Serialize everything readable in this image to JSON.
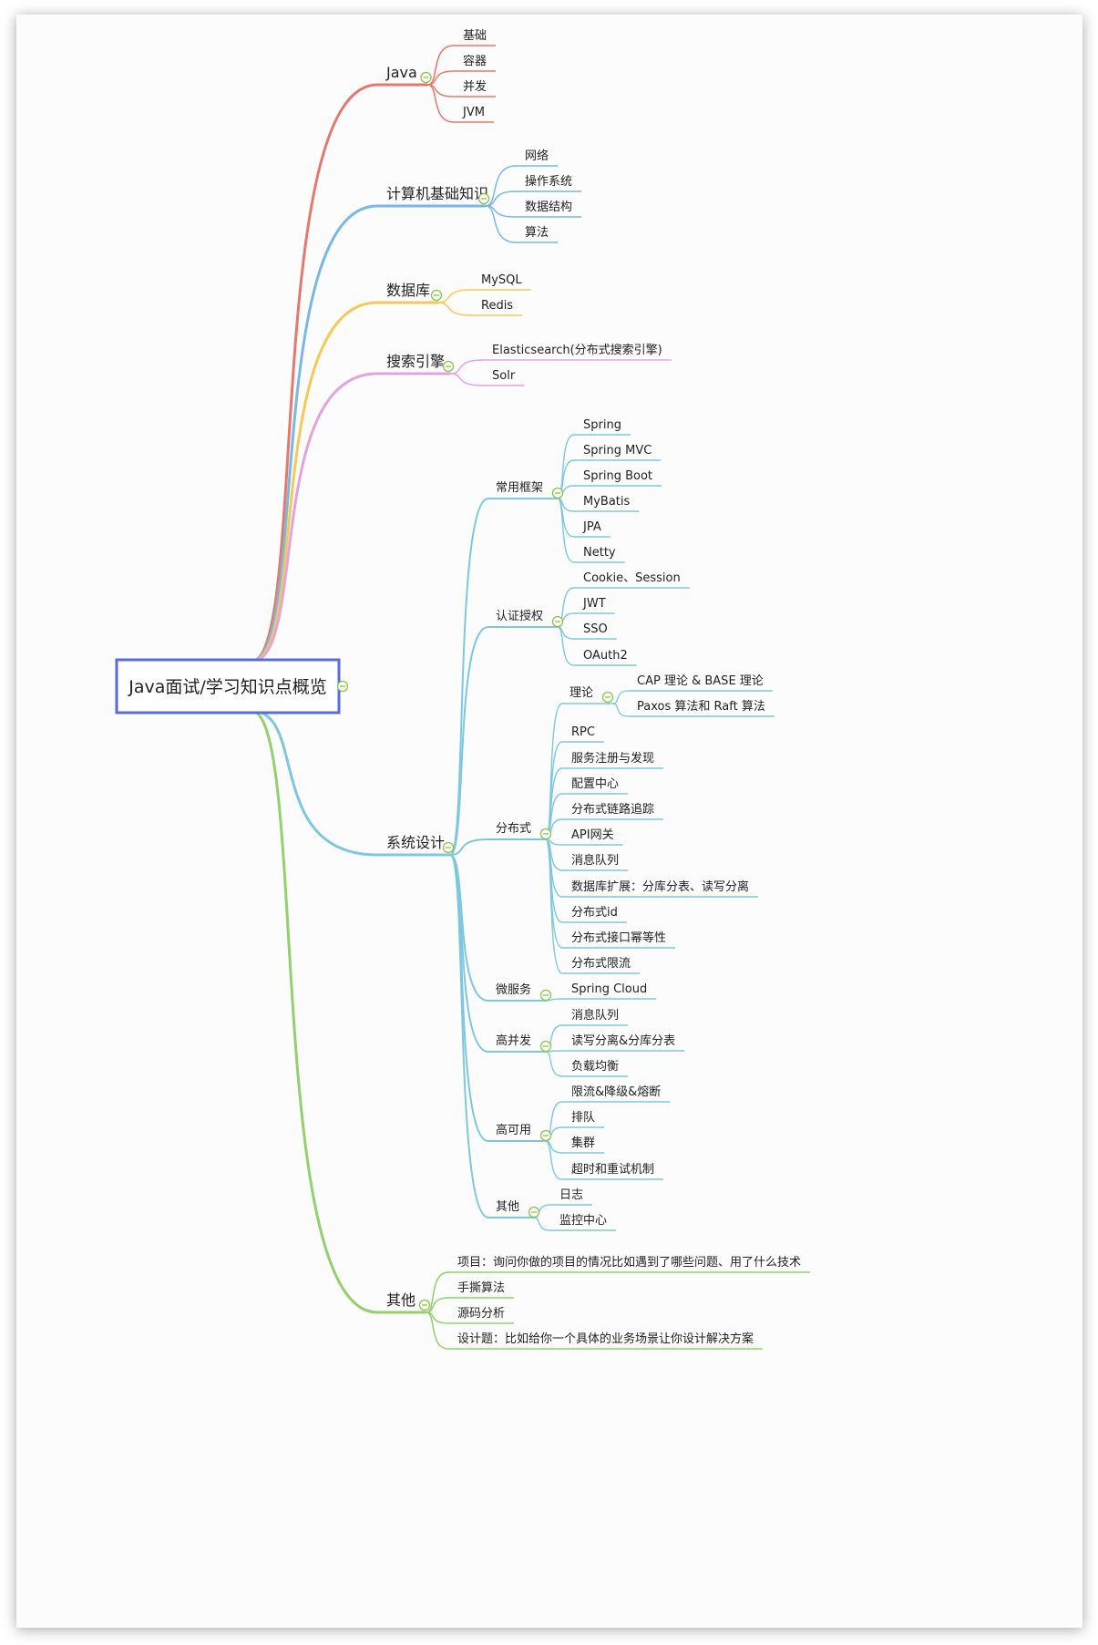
{
  "root": "Java面试/学习知识点概览",
  "colors": {
    "java": "#e5786d",
    "cs": "#7ab8e2",
    "db": "#f3c957",
    "search": "#e3a3dd",
    "system": "#7fc7df",
    "other": "#94cf70",
    "root_border": "#5b6cd9",
    "collapse": "#8bc34a"
  },
  "branches": [
    {
      "key": "java",
      "label": "Java",
      "children": [
        "基础",
        "容器",
        "并发",
        "JVM"
      ]
    },
    {
      "key": "cs",
      "label": "计算机基础知识",
      "children": [
        "网络",
        "操作系统",
        "数据结构",
        "算法"
      ]
    },
    {
      "key": "db",
      "label": "数据库",
      "children": [
        "MySQL",
        "Redis"
      ]
    },
    {
      "key": "search",
      "label": "搜索引擎",
      "children": [
        "Elasticsearch(分布式搜索引擎)",
        "Solr"
      ]
    },
    {
      "key": "system",
      "label": "系统设计",
      "groups": [
        {
          "label": "常用框架",
          "children": [
            "Spring",
            "Spring MVC",
            "Spring Boot",
            "MyBatis",
            "JPA",
            "Netty"
          ]
        },
        {
          "label": "认证授权",
          "children": [
            "Cookie、Session",
            "JWT",
            "SSO",
            "OAuth2"
          ]
        },
        {
          "label": "分布式",
          "children": [
            {
              "label": "理论",
              "children": [
                "CAP 理论 & BASE 理论",
                "Paxos 算法和 Raft 算法"
              ]
            },
            "RPC",
            "服务注册与发现",
            "配置中心",
            "分布式链路追踪",
            "API网关",
            "消息队列",
            "数据库扩展：分库分表、读写分离",
            "分布式id",
            "分布式接口幂等性",
            "分布式限流"
          ]
        },
        {
          "label": "微服务",
          "children": [
            "Spring Cloud"
          ]
        },
        {
          "label": "高并发",
          "children": [
            "消息队列",
            "读写分离&分库分表",
            "负载均衡"
          ]
        },
        {
          "label": "高可用",
          "children": [
            "限流&降级&熔断",
            "排队",
            "集群",
            "超时和重试机制"
          ]
        },
        {
          "label": "其他",
          "children": [
            "日志",
            "监控中心"
          ]
        }
      ]
    },
    {
      "key": "other",
      "label": "其他",
      "children": [
        "项目：询问你做的项目的情况比如遇到了哪些问题、用了什么技术",
        "手撕算法",
        "源码分析",
        "设计题：比如给你一个具体的业务场景让你设计解决方案"
      ]
    }
  ]
}
